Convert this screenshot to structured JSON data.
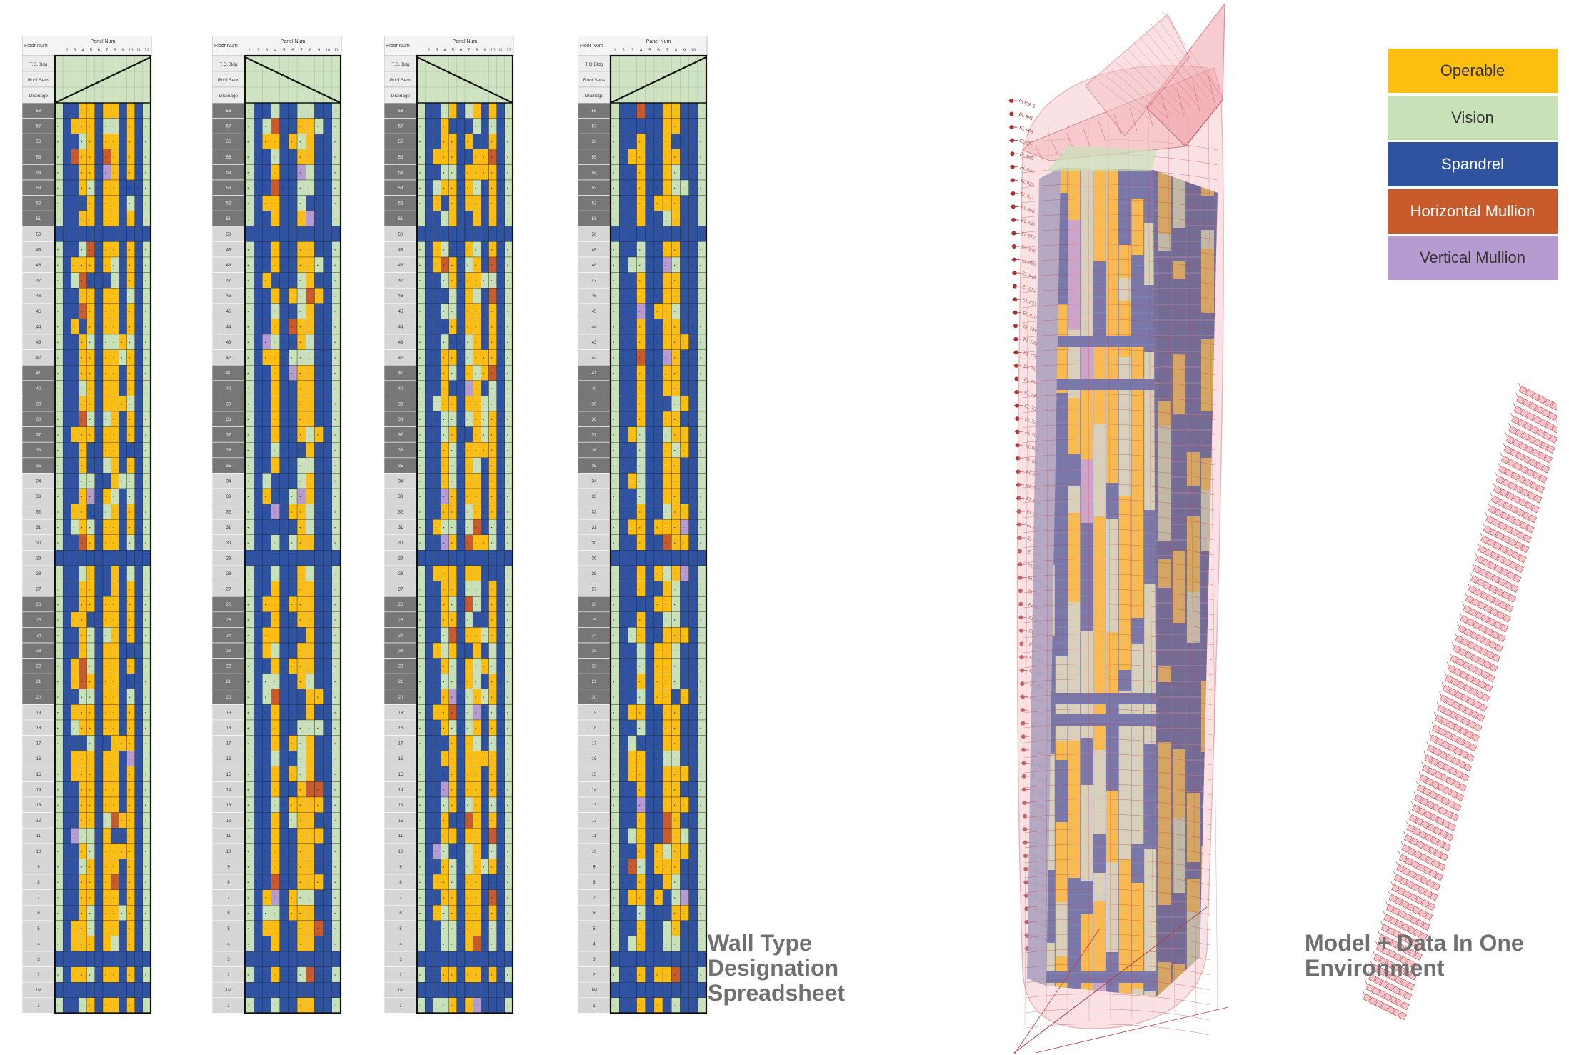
{
  "legend": [
    {
      "label": "Operable",
      "color": "#FDBE0F",
      "text_color": "#333333"
    },
    {
      "label": "Vision",
      "color": "#C8E1B9",
      "text_color": "#333333"
    },
    {
      "label": "Spandrel",
      "color": "#2F53A0",
      "text_color": "#ffffff"
    },
    {
      "label": "Horizontal Mullion",
      "color": "#C85A2B",
      "text_color": "#ffffff"
    },
    {
      "label": "Vertical Mullion",
      "color": "#B69BD0",
      "text_color": "#333333"
    }
  ],
  "captions": {
    "spreadsheet": [
      "Wall Type",
      "Designation",
      "Spreadsheet"
    ],
    "model": [
      "Model + Data In One",
      "Environment"
    ]
  },
  "spreadsheet": {
    "header_top": "Panel Num",
    "header_left": "Floor Num",
    "top_rows": [
      "T.O.Bldg",
      "Roof Sens",
      "Drainage"
    ],
    "floors": [
      "58",
      "57",
      "56",
      "55",
      "54",
      "53",
      "52",
      "51",
      "50",
      "49",
      "48",
      "47",
      "46",
      "45",
      "44",
      "43",
      "42",
      "41",
      "40",
      "39",
      "38",
      "37",
      "36",
      "35",
      "34",
      "33",
      "32",
      "31",
      "30",
      "29",
      "28",
      "27",
      "26",
      "25",
      "24",
      "23",
      "22",
      "21",
      "20",
      "19",
      "18",
      "17",
      "16",
      "15",
      "14",
      "13",
      "12",
      "11",
      "10",
      "9",
      "8",
      "7",
      "6",
      "5",
      "4",
      "3",
      "2",
      "1M",
      "1"
    ],
    "panel_numbers": [
      "1",
      "2",
      "3",
      "4",
      "5",
      "6",
      "7",
      "8",
      "9",
      "10",
      "11",
      "12"
    ]
  },
  "tower_levels": [
    "ROOF 1",
    "EL 981",
    "EL 968",
    "EL 956",
    "EL 945",
    "EL 934",
    "EL 923",
    "EL 911",
    "EL 900",
    "EL 888",
    "EL 877",
    "EL 866",
    "EL 855",
    "EL 844",
    "EL 832",
    "EL 821",
    "EL 810",
    "EL 799",
    "EL 788",
    "EL 776",
    "EL 765",
    "EL 754",
    "EL 743",
    "EL 732",
    "EL 720",
    "EL 709",
    "EL 698",
    "EL 687",
    "EL 676",
    "EL 664",
    "EL 653",
    "EL 642",
    "EL 631",
    "EL 620",
    "EL 608",
    "EL 597",
    "EL 586",
    "EL 575",
    "EL 564",
    "EL 552",
    "EL 541",
    "EL 530",
    "EL 519",
    "EL 508",
    "EL 496",
    "EL 485",
    "EL 474",
    "EL 463",
    "EL 452",
    "EL 440",
    "EL 429",
    "EL 418",
    "EL 407",
    "EL 396",
    "EL 384",
    "EL 373",
    "EL 362",
    "EL 351",
    "EL 340",
    "EL 328",
    "EL 317",
    "EL 306",
    "EL 295",
    "EL 284",
    "EL 272"
  ]
}
